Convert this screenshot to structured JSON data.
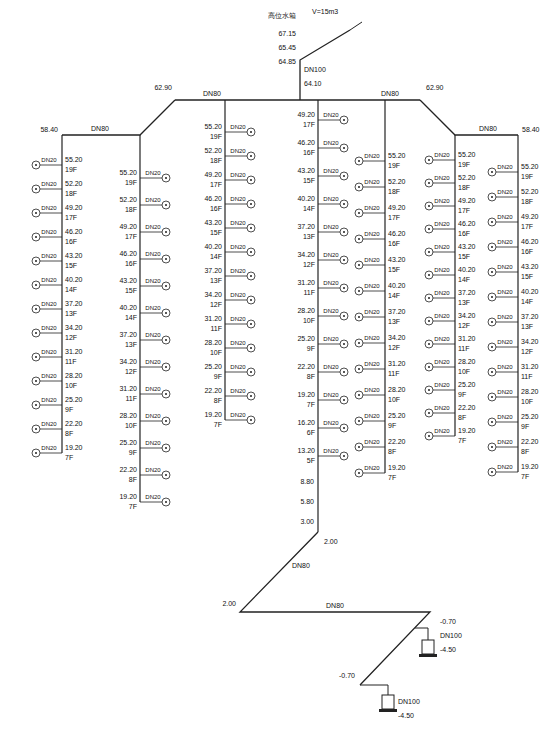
{
  "diagram": {
    "labels": [
      "高位水箱",
      "V=15m3",
      "67.15",
      "65.45",
      "64.85",
      "DN100",
      "64.10",
      "62.90",
      "62.90",
      "DN80",
      "DN80",
      "DN80",
      "DN80",
      "58.40",
      "58.40",
      "8.80",
      "5.80",
      "3.00",
      "2.00",
      "DN80",
      "2.00",
      "DN80",
      "-0.70",
      "DN100",
      "-4.50",
      "-0.70",
      "DN100",
      "-4.50",
      "55.20",
      "19F",
      "DN20",
      "52.20",
      "18F",
      "DN20",
      "49.20",
      "17F",
      "DN20",
      "46.20",
      "16F",
      "DN20",
      "43.20",
      "15F",
      "DN20",
      "40.20",
      "14F",
      "DN20",
      "37.20",
      "13F",
      "DN20",
      "34.20",
      "12F",
      "DN20",
      "31.20",
      "11F",
      "DN20",
      "28.20",
      "10F",
      "DN20",
      "25.20",
      "9F",
      "DN20",
      "22.20",
      "8F",
      "DN20",
      "19.20",
      "7F",
      "DN20",
      "55.20",
      "19F",
      "DN20",
      "52.20",
      "18F",
      "DN20",
      "49.20",
      "17F",
      "DN20",
      "46.20",
      "16F",
      "DN20",
      "43.20",
      "15F",
      "DN20",
      "40.20",
      "14F",
      "DN20",
      "37.20",
      "13F",
      "DN20",
      "34.20",
      "12F",
      "DN20",
      "31.20",
      "11F",
      "DN20",
      "28.20",
      "10F",
      "DN20",
      "25.20",
      "9F",
      "DN20",
      "22.20",
      "8F",
      "DN20",
      "19.20",
      "7F",
      "DN20",
      "55.20",
      "19F",
      "DN20",
      "52.20",
      "18F",
      "DN20",
      "49.20",
      "17F",
      "DN20",
      "46.20",
      "16F",
      "DN20",
      "43.20",
      "15F",
      "DN20",
      "40.20",
      "14F",
      "DN20",
      "37.20",
      "13F",
      "DN20",
      "34.20",
      "12F",
      "DN20",
      "31.20",
      "11F",
      "DN20",
      "28.20",
      "10F",
      "DN20",
      "25.20",
      "9F",
      "DN20",
      "22.20",
      "8F",
      "DN20",
      "19.20",
      "7F",
      "DN20",
      "49.20",
      "17F",
      "DN20",
      "46.20",
      "16F",
      "DN20",
      "43.20",
      "15F",
      "DN20",
      "40.20",
      "14F",
      "DN20",
      "37.20",
      "13F",
      "DN20",
      "34.20",
      "12F",
      "DN20",
      "31.20",
      "11F",
      "DN20",
      "28.20",
      "10F",
      "DN20",
      "25.20",
      "9F",
      "DN20",
      "22.20",
      "8F",
      "DN20",
      "19.20",
      "7F",
      "DN20",
      "16.20",
      "6F",
      "DN20",
      "13.20",
      "5F",
      "DN20",
      "55.20",
      "19F",
      "DN20",
      "52.20",
      "18F",
      "DN20",
      "49.20",
      "17F",
      "DN20",
      "46.20",
      "16F",
      "DN20",
      "43.20",
      "15F",
      "DN20",
      "40.20",
      "14F",
      "DN20",
      "37.20",
      "13F",
      "DN20",
      "34.20",
      "12F",
      "DN20",
      "31.20",
      "11F",
      "DN20",
      "28.20",
      "10F",
      "DN20",
      "25.20",
      "9F",
      "DN20",
      "22.20",
      "8F",
      "DN20",
      "19.20",
      "7F",
      "DN20",
      "55.20",
      "19F",
      "DN20",
      "52.20",
      "18F",
      "DN20",
      "49.20",
      "17F",
      "DN20",
      "46.20",
      "16F",
      "DN20",
      "43.20",
      "15F",
      "DN20",
      "40.20",
      "14F",
      "DN20",
      "37.20",
      "13F",
      "DN20",
      "34.20",
      "12F",
      "DN20",
      "31.20",
      "11F",
      "DN20",
      "28.20",
      "10F",
      "DN20",
      "25.20",
      "9F",
      "DN20",
      "22.20",
      "8F",
      "DN20",
      "19.20",
      "7F",
      "DN20",
      "55.20",
      "19F",
      "DN20",
      "52.20",
      "18F",
      "DN20",
      "49.20",
      "17F",
      "DN20",
      "46.20",
      "16F",
      "DN20",
      "43.20",
      "15F",
      "DN20",
      "40.20",
      "14F",
      "DN20",
      "37.20",
      "13F",
      "DN20",
      "34.20",
      "12F",
      "DN20",
      "31.20",
      "11F",
      "DN20",
      "28.20",
      "10F",
      "DN20",
      "25.20",
      "9F",
      "DN20",
      "22.20",
      "8F",
      "DN20",
      "19.20",
      "7F",
      "DN20"
    ]
  }
}
